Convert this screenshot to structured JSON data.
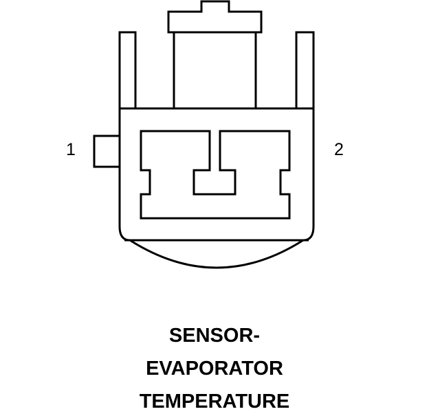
{
  "diagram": {
    "pins": [
      {
        "label": "1"
      },
      {
        "label": "2"
      }
    ],
    "caption_lines": [
      "SENSOR-",
      "EVAPORATOR",
      "TEMPERATURE"
    ]
  }
}
